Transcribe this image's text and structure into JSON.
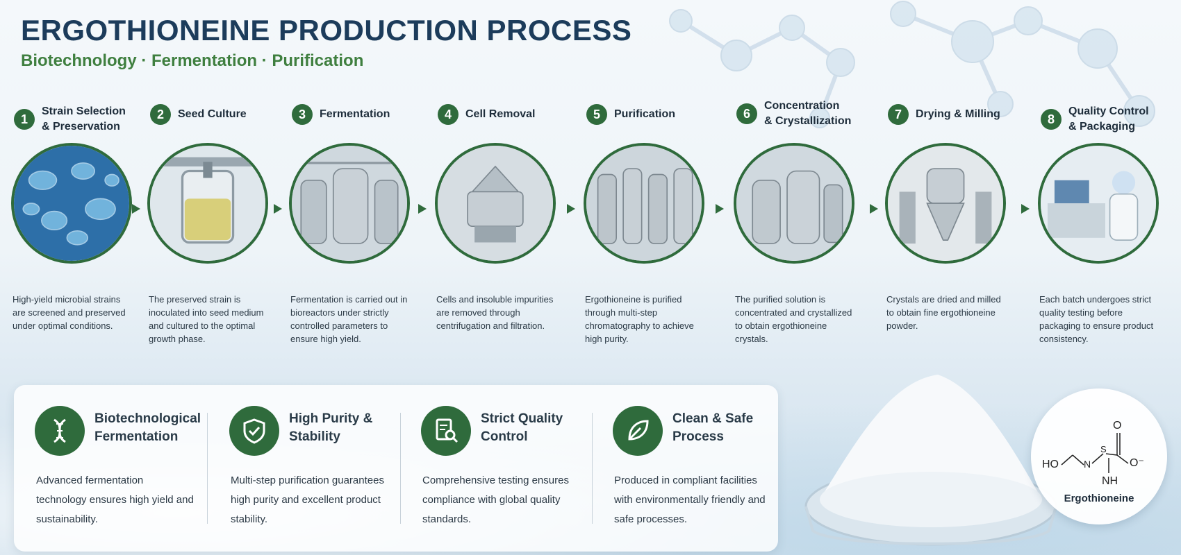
{
  "header": {
    "title": "ERGOTHIONEINE PRODUCTION PROCESS",
    "subtitle": "Biotechnology · Fermentation · Purification"
  },
  "colors": {
    "accent_green": "#2f6b3c",
    "title_navy": "#1c3c5b",
    "subtitle_green": "#3f7f3f"
  },
  "steps": [
    {
      "number": "1",
      "title": "Strain Selection\n& Preservation",
      "icon": "microbial-cells-photo",
      "desc": "High-yield microbial strains are screened and preserved under optimal conditions."
    },
    {
      "number": "2",
      "title": "Seed Culture",
      "icon": "seed-culture-vessel-photo",
      "desc": "The preserved strain is inoculated into seed medium and cultured to the optimal growth phase."
    },
    {
      "number": "3",
      "title": "Fermentation",
      "icon": "bioreactor-photo",
      "desc": "Fermentation is carried out in bioreactors under strictly controlled parameters to ensure high yield."
    },
    {
      "number": "4",
      "title": "Cell Removal",
      "icon": "centrifuge-photo",
      "desc": "Cells and insoluble impurities are removed through centrifugation and filtration."
    },
    {
      "number": "5",
      "title": "Purification",
      "icon": "chromatography-columns-photo",
      "desc": "Ergothioneine is purified through multi-step chromatography to achieve high purity."
    },
    {
      "number": "6",
      "title": "Concentration\n& Crystallization",
      "icon": "crystallization-tanks-photo",
      "desc": "The purified solution is concentrated and crystallized to obtain ergothioneine crystals."
    },
    {
      "number": "7",
      "title": "Drying & Milling",
      "icon": "dryer-mill-photo",
      "desc": "Crystals are dried and milled to obtain fine ergothioneine powder."
    },
    {
      "number": "8",
      "title": "Quality Control\n& Packaging",
      "icon": "lab-technician-photo",
      "desc": "Each batch undergoes strict quality testing before packaging to ensure product consistency."
    }
  ],
  "features": [
    {
      "title": "Biotechnological\nFermentation",
      "icon": "dna-icon",
      "desc": "Advanced fermentation technology ensures high yield and sustainability."
    },
    {
      "title": "High Purity &\nStability",
      "icon": "shield-check-icon",
      "desc": "Multi-step purification guarantees high purity and excellent product stability."
    },
    {
      "title": "Strict Quality\nControl",
      "icon": "document-search-icon",
      "desc": "Comprehensive testing ensures compliance with global quality standards."
    },
    {
      "title": "Clean & Safe\nProcess",
      "icon": "leaf-icon",
      "desc": "Produced in compliant facilities with environmentally friendly and safe processes."
    }
  ],
  "molecule": {
    "name": "Ergothioneine",
    "labels": {
      "ho": "HO",
      "n1": "N",
      "s": "S",
      "o_top": "O",
      "o_right": "O⁻",
      "nh": "NH"
    }
  }
}
